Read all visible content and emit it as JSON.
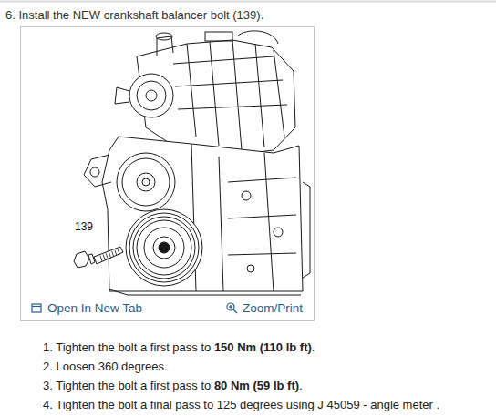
{
  "diagram": {
    "title": "6. Install the NEW crankshaft balancer bolt (139).",
    "labels": [
      "139",
      "Open In New Tab",
      "Zoom/Print",
      "1. Tighten the bolt a first pass to 150 Nm (110 lb ft).",
      "2. Loosen 360 degrees.",
      "3. Tighten the bolt a first pass to 80 Nm (59 lb ft).",
      "4. Tighten the bolt a final pass to 125 degrees using J 45059 - angle meter ."
    ]
  }
}
